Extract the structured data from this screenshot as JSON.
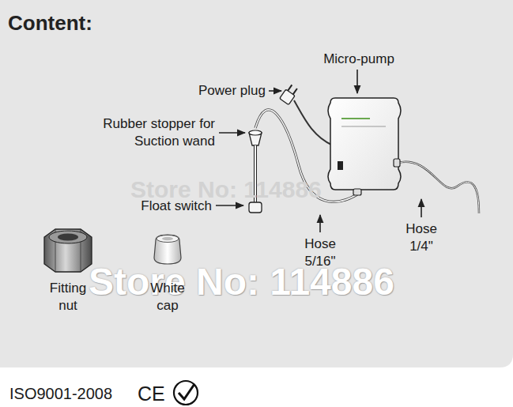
{
  "diagram": {
    "title": "Content:",
    "labels": [
      "Micro-pump",
      "Power plug",
      "Rubber stopper for Suction wand",
      "Float switch",
      "Hose 5/16\"",
      "Hose 1/4\"",
      "Store No: 114886",
      "Fitting nut",
      "White cap",
      "Store No: 114886",
      "ISO9001-2008",
      "CE"
    ]
  }
}
